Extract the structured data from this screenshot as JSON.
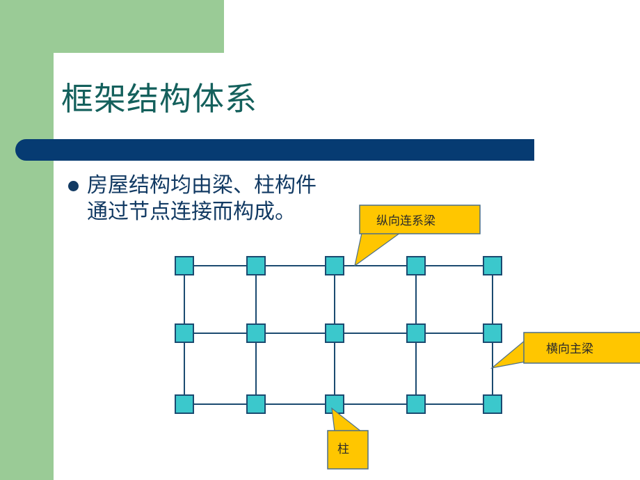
{
  "slide": {
    "title": "框架结构体系",
    "title_color": "#14605C",
    "accent_green": "#9ACB96",
    "accent_navy": "#063B72",
    "body_text_color": "#123A63",
    "bullets": [
      "房屋结构均由梁、柱构件通过节点连接而构成。"
    ]
  },
  "diagram": {
    "node_fill": "#3BC8CC",
    "node_stroke": "#1B4A70",
    "beam_color": "#1B4A70",
    "callout_fill": "#FFC600",
    "callout_stroke": "#4A6E8A",
    "grid": {
      "columns": 5,
      "rows": 3,
      "node_size": 26,
      "column_x": [
        252,
        355,
        468,
        585,
        695
      ],
      "row_y": [
        369,
        466,
        568
      ]
    },
    "callouts": [
      {
        "id": "longitudinal-beam",
        "label": "纵向连系梁"
      },
      {
        "id": "transverse-main-beam",
        "label": "横向主梁"
      },
      {
        "id": "column",
        "label": "柱"
      }
    ]
  }
}
